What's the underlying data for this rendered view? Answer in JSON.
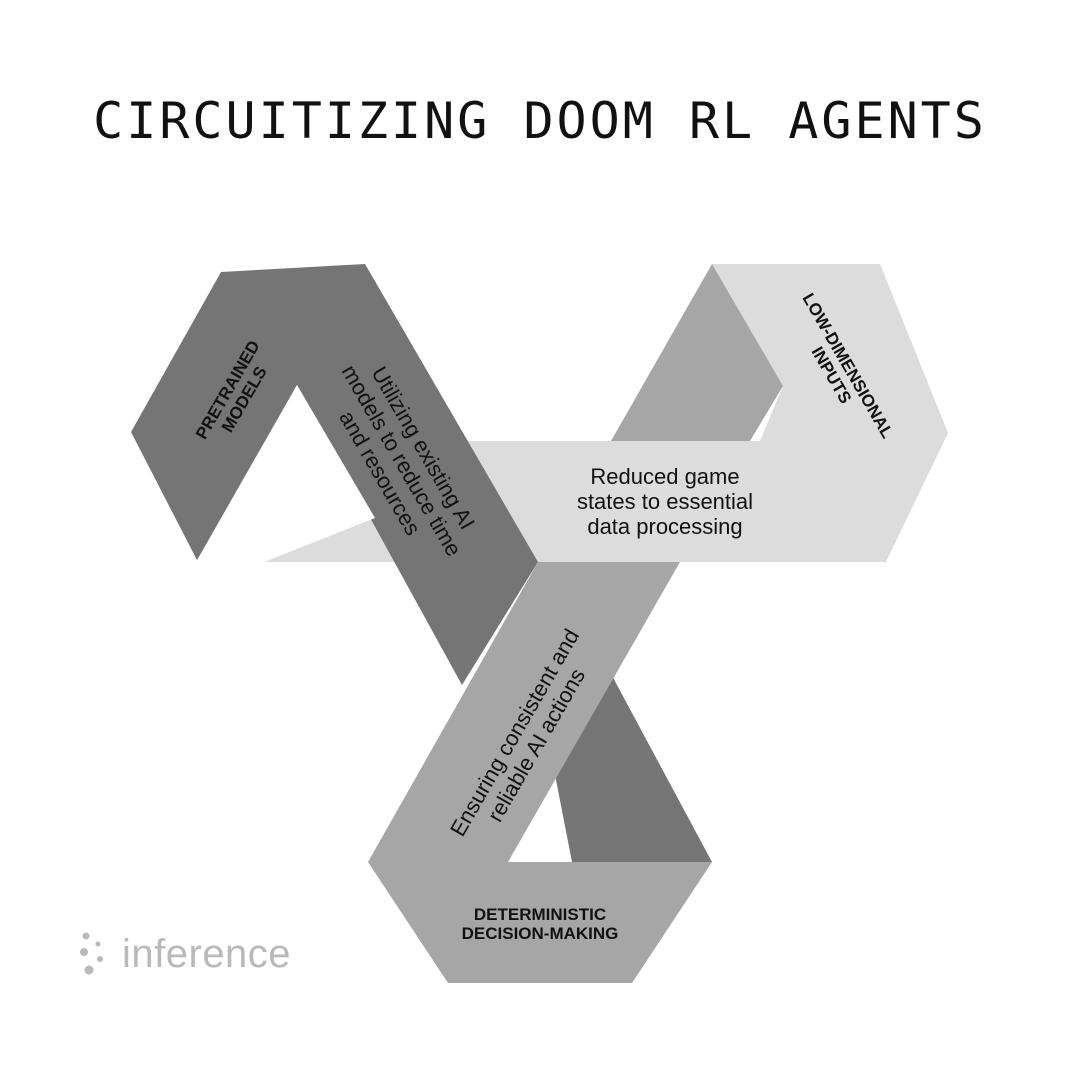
{
  "title": "CIRCUITIZING DOOM RL AGENTS",
  "colors": {
    "dark_band": "#757575",
    "mid_band": "#a6a6a6",
    "light_band": "#dcdcdc",
    "text": "#111111",
    "logo": "#b9b9b9"
  },
  "segments": [
    {
      "label_lines": [
        "PRETRAINED",
        "MODELS"
      ],
      "description_lines": [
        "Utilizing existing AI",
        "models to reduce time",
        "and resources"
      ]
    },
    {
      "label_lines": [
        "LOW-DIMENSIONAL",
        "INPUTS"
      ],
      "description_lines": [
        "Reduced game",
        "states to essential",
        "data processing"
      ]
    },
    {
      "label_lines": [
        "DETERMINISTIC",
        "DECISION-MAKING"
      ],
      "description_lines": [
        "Ensuring consistent and",
        "reliable AI actions"
      ]
    }
  ],
  "logo": {
    "text": "inference",
    "icon": "dots-icon"
  }
}
